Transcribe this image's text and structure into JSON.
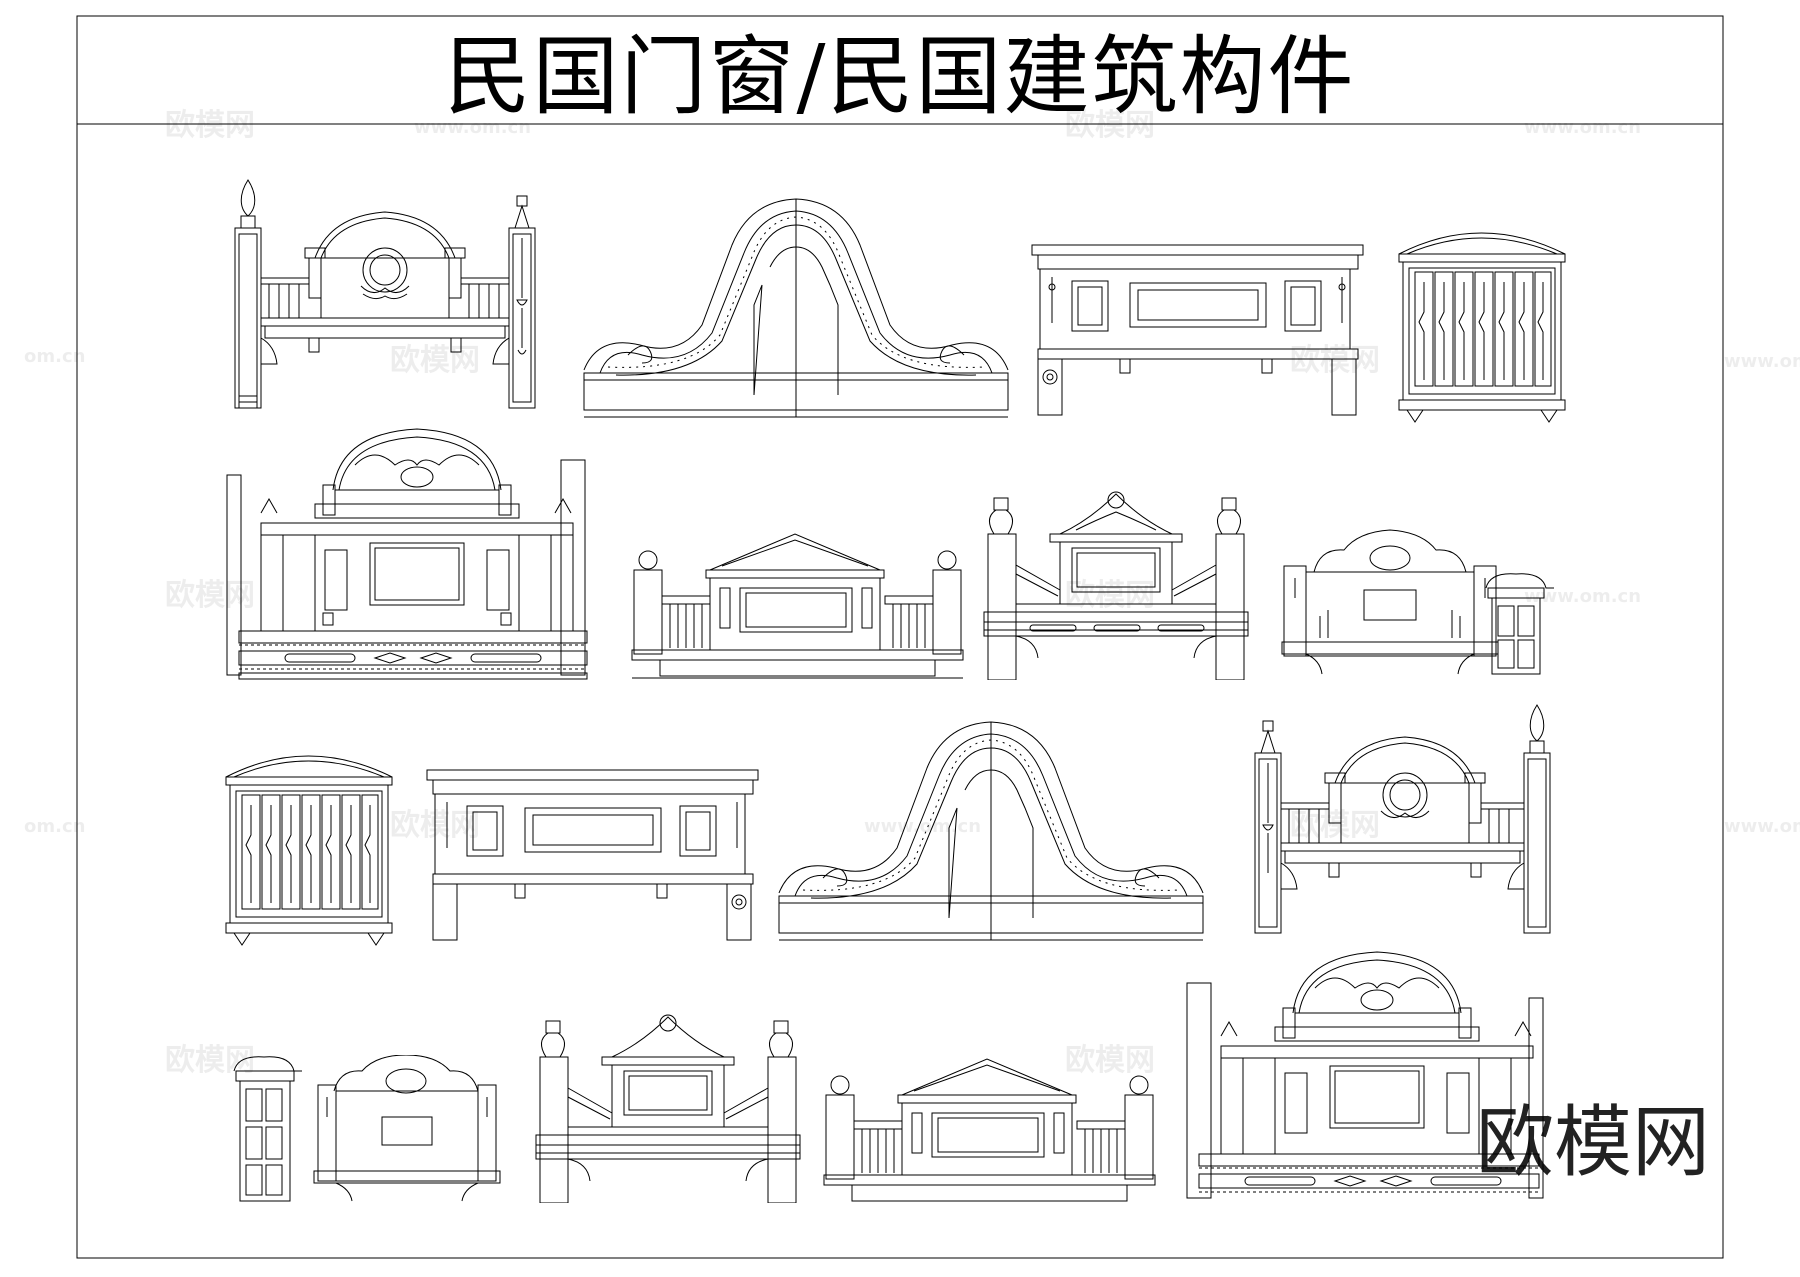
{
  "title": "民国门窗/民国建筑构件",
  "watermark": {
    "text": "欧模网",
    "url": "www.om.cn",
    "url_partial": "om.cn"
  },
  "brand_logo_text": "欧模网",
  "line_color": "#000000"
}
